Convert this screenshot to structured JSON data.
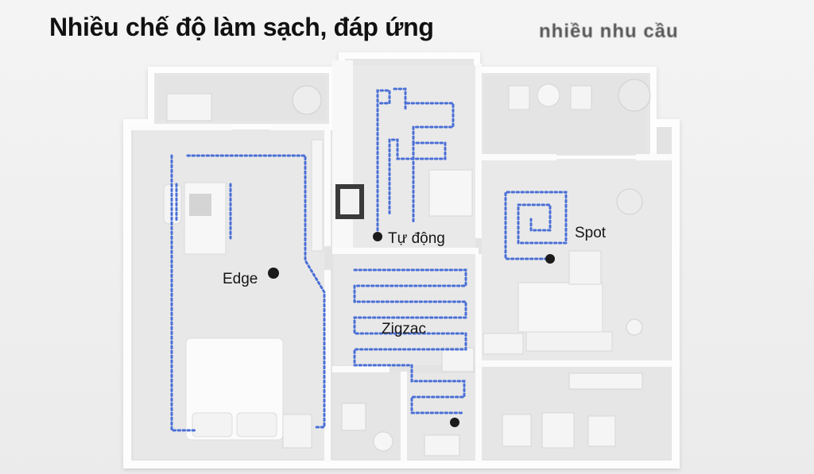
{
  "headline": "Nhiều chế độ làm sạch, đáp ứng",
  "headline_tail": "nhiều nhu cầu",
  "colors": {
    "path_dots": "#4a6fd6",
    "robot_marker": "#1b1b1b",
    "wall": "#fafafa",
    "floor": "#e6e6e6"
  },
  "modes": {
    "edge": "Edge",
    "auto": "Tự động",
    "zigzag": "Zigzac",
    "spot": "Spot"
  }
}
